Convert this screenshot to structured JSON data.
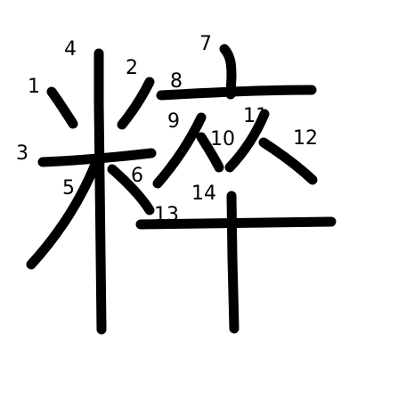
{
  "diagram": {
    "kind": "kanji-stroke-order",
    "character": "粹",
    "stroke_color": "#000000",
    "background": "#ffffff",
    "strokes": [
      {
        "number": "1"
      },
      {
        "number": "2"
      },
      {
        "number": "3"
      },
      {
        "number": "4"
      },
      {
        "number": "5"
      },
      {
        "number": "6"
      },
      {
        "number": "7"
      },
      {
        "number": "8"
      },
      {
        "number": "9"
      },
      {
        "number": "10"
      },
      {
        "number": "11"
      },
      {
        "number": "12"
      },
      {
        "number": "13"
      },
      {
        "number": "14"
      }
    ]
  }
}
